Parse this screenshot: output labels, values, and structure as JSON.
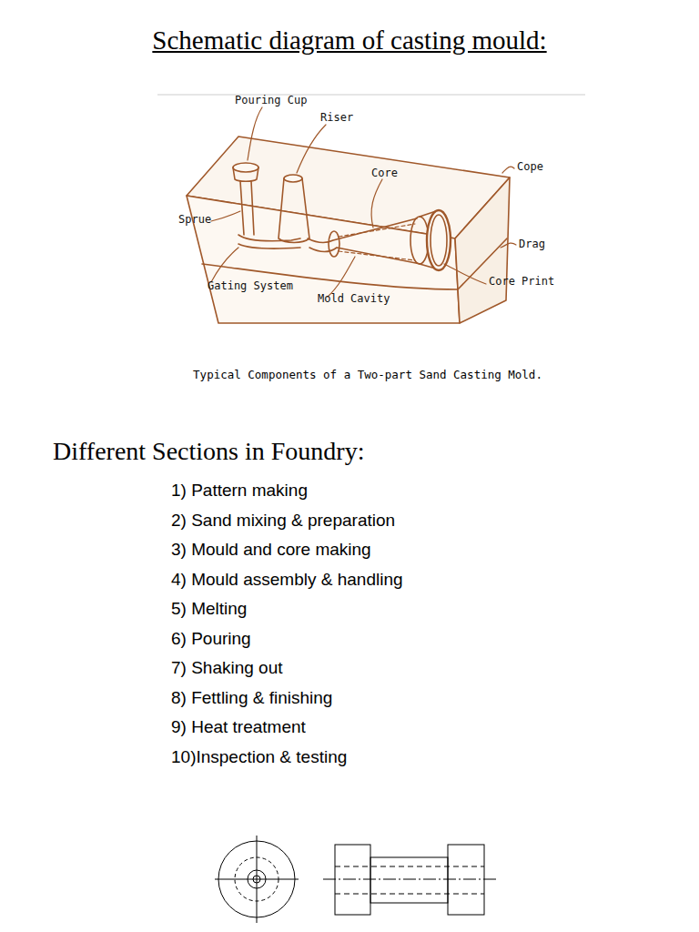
{
  "diagram": {
    "title": "Schematic diagram of casting mould:",
    "caption": "Typical Components of a Two-part Sand Casting Mold.",
    "labels": [
      "Pouring Cup",
      "Riser",
      "Core",
      "Cope",
      "Sprue",
      "Drag",
      "Core Print",
      "Gating System",
      "Mold Cavity",
      "Different Sections in Foundry:",
      "1) Pattern making",
      "2) Sand mixing & preparation",
      "3) Mould and core making",
      "4) Mould assembly & handling",
      "5) Melting",
      "6) Pouring",
      "7) Shaking out",
      "8) Fettling & finishing",
      "9) Heat treatment",
      "10)Inspection & testing"
    ]
  }
}
